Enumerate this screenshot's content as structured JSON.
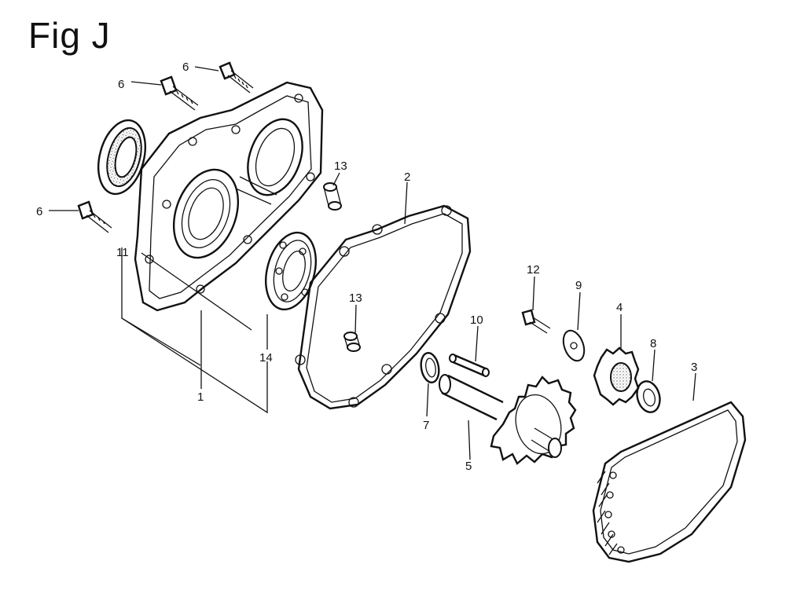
{
  "figure": {
    "title": "Fig J",
    "callouts": [
      {
        "id": "c6a",
        "label": "6"
      },
      {
        "id": "c6b",
        "label": "6"
      },
      {
        "id": "c6c",
        "label": "6"
      },
      {
        "id": "c13a",
        "label": "13"
      },
      {
        "id": "c2",
        "label": "2"
      },
      {
        "id": "c11",
        "label": "11"
      },
      {
        "id": "c14",
        "label": "14"
      },
      {
        "id": "c1",
        "label": "1"
      },
      {
        "id": "c13b",
        "label": "13"
      },
      {
        "id": "c12",
        "label": "12"
      },
      {
        "id": "c9",
        "label": "9"
      },
      {
        "id": "c4",
        "label": "4"
      },
      {
        "id": "c10",
        "label": "10"
      },
      {
        "id": "c8",
        "label": "8"
      },
      {
        "id": "c3",
        "label": "3"
      },
      {
        "id": "c7",
        "label": "7"
      },
      {
        "id": "c5",
        "label": "5"
      }
    ]
  }
}
